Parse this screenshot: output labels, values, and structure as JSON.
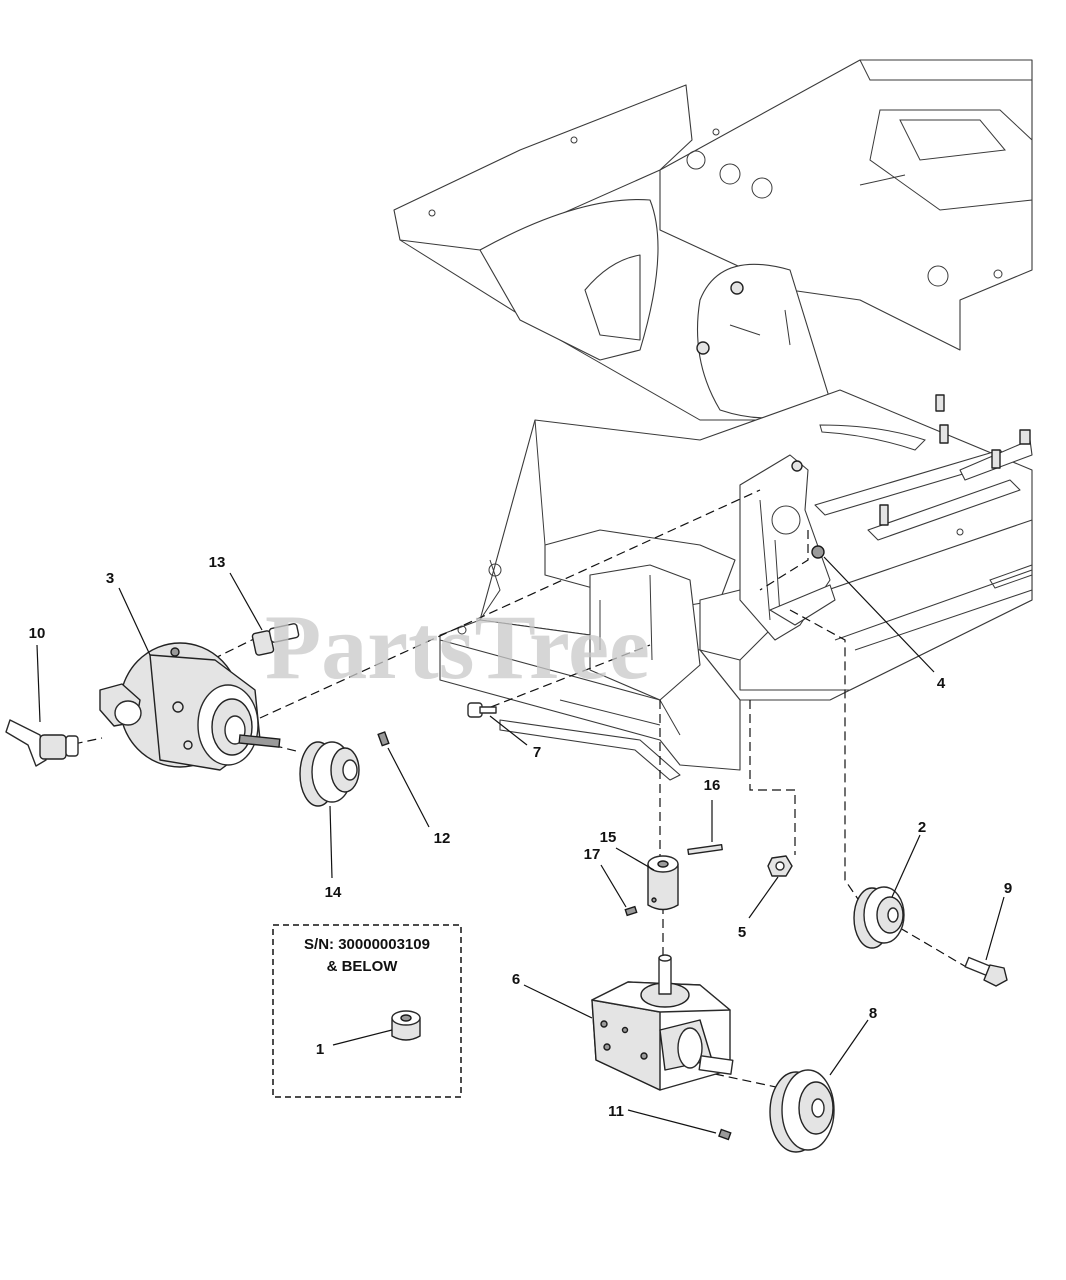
{
  "watermark": "PartsTree",
  "callouts": {
    "c1": "1",
    "c2": "2",
    "c3": "3",
    "c4": "4",
    "c5": "5",
    "c6": "6",
    "c7": "7",
    "c8": "8",
    "c9": "9",
    "c10": "10",
    "c11": "11",
    "c12": "12",
    "c13": "13",
    "c14": "14",
    "c15": "15",
    "c16": "16",
    "c17": "17"
  },
  "note": {
    "line1": "S/N: 30000003109",
    "line2": "& BELOW"
  }
}
